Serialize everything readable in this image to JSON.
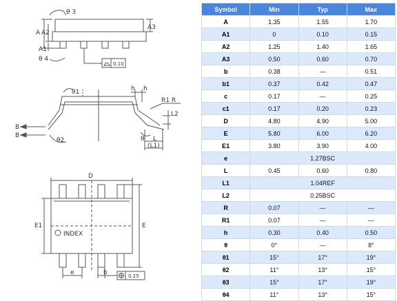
{
  "table": {
    "headers": [
      "Symbol",
      "Min",
      "Typ",
      "Max"
    ],
    "rows": [
      {
        "symbol": "A",
        "min": "1.35",
        "typ": "1.55",
        "max": "1.70"
      },
      {
        "symbol": "A1",
        "min": "0",
        "typ": "0.10",
        "max": "0.15"
      },
      {
        "symbol": "A2",
        "min": "1.25",
        "typ": "1.40",
        "max": "1.65"
      },
      {
        "symbol": "A3",
        "min": "0.50",
        "typ": "0.60",
        "max": "0.70"
      },
      {
        "symbol": "b",
        "min": "0.38",
        "typ": "—",
        "max": "0.51"
      },
      {
        "symbol": "b1",
        "min": "0.37",
        "typ": "0.42",
        "max": "0.47"
      },
      {
        "symbol": "c",
        "min": "0.17",
        "typ": "—",
        "max": "0.25"
      },
      {
        "symbol": "c1",
        "min": "0.17",
        "typ": "0.20",
        "max": "0.23"
      },
      {
        "symbol": "D",
        "min": "4.80",
        "typ": "4.90",
        "max": "5.00"
      },
      {
        "symbol": "E",
        "min": "5.80",
        "typ": "6.00",
        "max": "6.20"
      },
      {
        "symbol": "E1",
        "min": "3.80",
        "typ": "3.90",
        "max": "4.00"
      },
      {
        "symbol": "e",
        "span": "1.27BSC"
      },
      {
        "symbol": "L",
        "min": "0.45",
        "typ": "0.60",
        "max": "0.80"
      },
      {
        "symbol": "L1",
        "span": "1.04REF"
      },
      {
        "symbol": "L2",
        "span": "0.25BSC"
      },
      {
        "symbol": "R",
        "min": "0.07",
        "typ": "—",
        "max": "—"
      },
      {
        "symbol": "R1",
        "min": "0.07",
        "typ": "—",
        "max": "—"
      },
      {
        "symbol": "h",
        "min": "0.30",
        "typ": "0.40",
        "max": "0.50"
      },
      {
        "symbol": "θ",
        "min": "0°",
        "typ": "—",
        "max": "8°"
      },
      {
        "symbol": "θ1",
        "min": "15°",
        "typ": "17°",
        "max": "19°"
      },
      {
        "symbol": "θ2",
        "min": "11°",
        "typ": "13°",
        "max": "15°"
      },
      {
        "symbol": "θ3",
        "min": "15°",
        "typ": "17°",
        "max": "19°"
      },
      {
        "symbol": "θ4",
        "min": "11°",
        "typ": "13°",
        "max": "15°"
      }
    ]
  },
  "drawing_labels": {
    "side": {
      "theta3": "θ 3",
      "A": "A",
      "A2": "A2",
      "A3": "A3",
      "A1": "A1",
      "theta4": "θ 4",
      "flatness": "0.10"
    },
    "profile": {
      "theta1": "θ1",
      "h": "h",
      "h2": "h",
      "R1R": "R1 R",
      "L2": "L2",
      "B": "B",
      "theta2": "θ2",
      "theta": "θ",
      "L": "L",
      "L1": "(L1)"
    },
    "top": {
      "D": "D",
      "E1": "E1",
      "E": "E",
      "index": "INDEX",
      "e": "e",
      "b": "b",
      "tolerance": "0.25"
    }
  },
  "colors": {
    "header_bg": "#4a86e0",
    "row_alt": "#dbe9fb",
    "border": "#cfd8e3",
    "line": "#555555"
  }
}
